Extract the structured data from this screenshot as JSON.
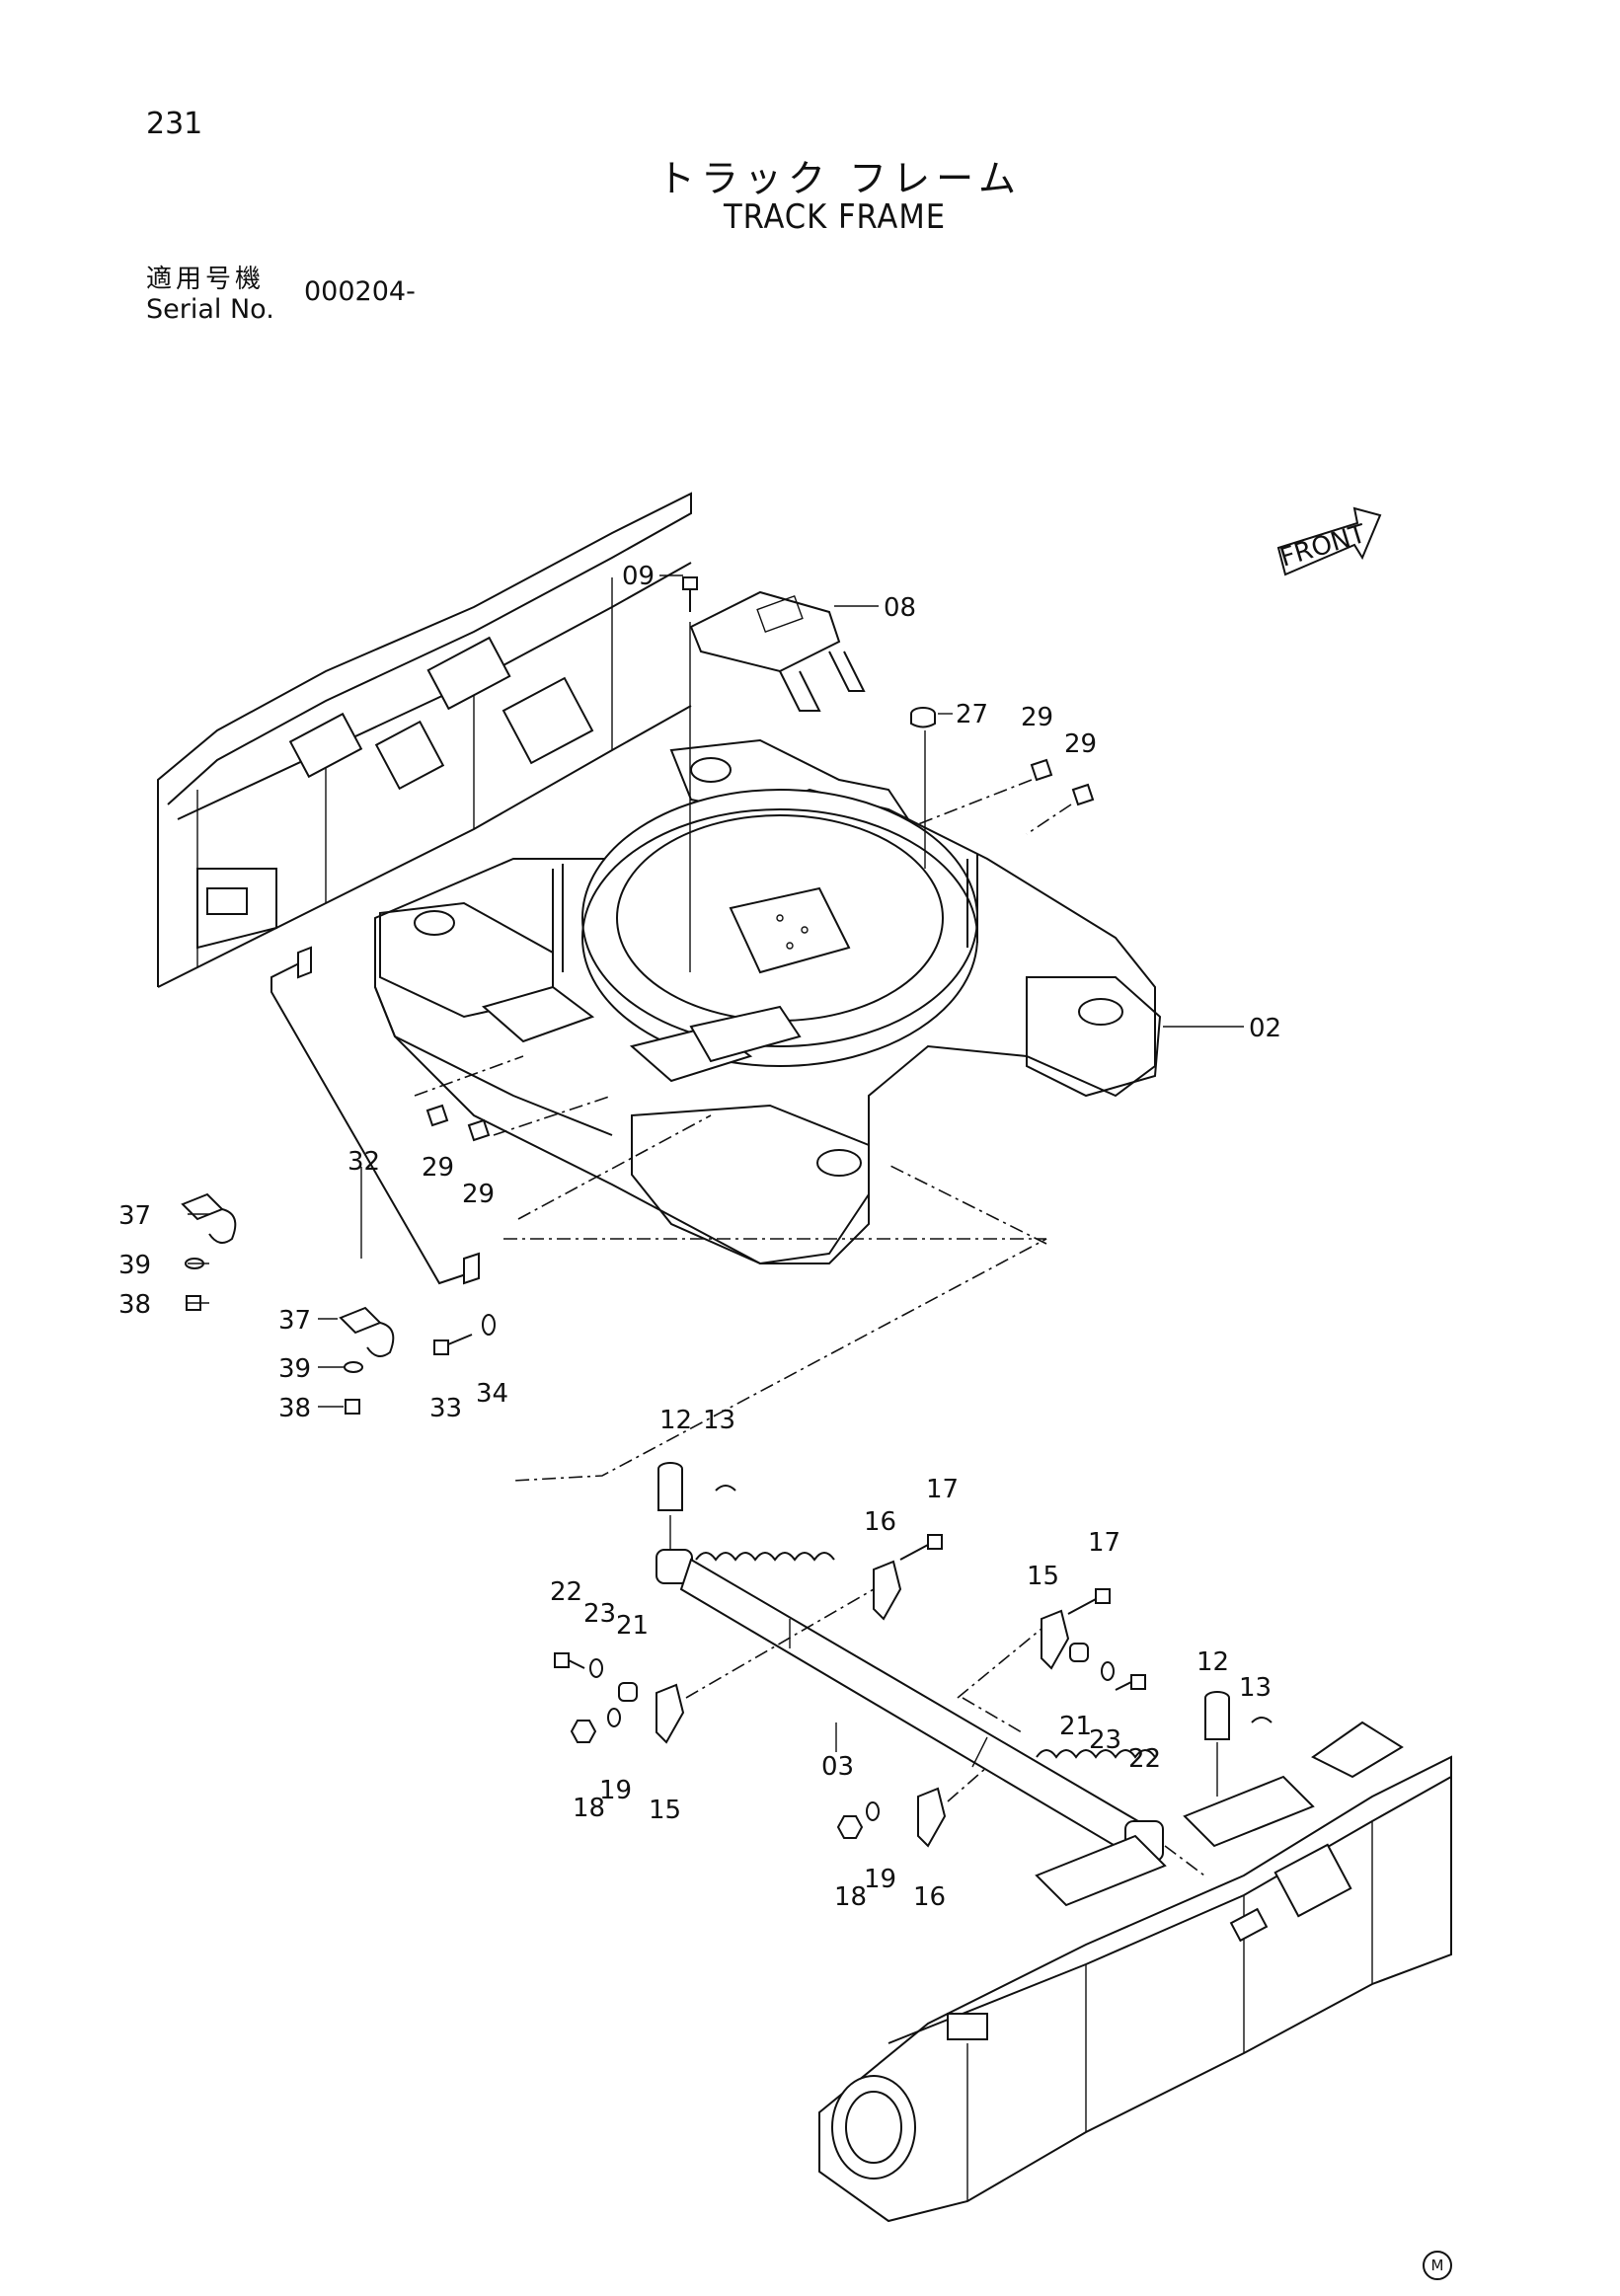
{
  "header": {
    "page_number": "231",
    "title_jp": "トラック フレーム",
    "title_en": "TRACK FRAME",
    "serial_label_jp": "適用号機",
    "serial_label_en": "Serial No.",
    "serial_number": "000204-"
  },
  "front_arrow_label": "FRONT",
  "footer_mark": "M",
  "callouts": [
    {
      "id": "c09",
      "text": "09"
    },
    {
      "id": "c08",
      "text": "08"
    },
    {
      "id": "c27",
      "text": "27"
    },
    {
      "id": "c29a",
      "text": "29"
    },
    {
      "id": "c29b",
      "text": "29"
    },
    {
      "id": "c02",
      "text": "02"
    },
    {
      "id": "c29c",
      "text": "29"
    },
    {
      "id": "c29d",
      "text": "29"
    },
    {
      "id": "c32",
      "text": "32"
    },
    {
      "id": "c37a",
      "text": "37"
    },
    {
      "id": "c39a",
      "text": "39"
    },
    {
      "id": "c38a",
      "text": "38"
    },
    {
      "id": "c37b",
      "text": "37"
    },
    {
      "id": "c39b",
      "text": "39"
    },
    {
      "id": "c38b",
      "text": "38"
    },
    {
      "id": "c33",
      "text": "33"
    },
    {
      "id": "c34",
      "text": "34"
    },
    {
      "id": "c12a",
      "text": "12"
    },
    {
      "id": "c13a",
      "text": "13"
    },
    {
      "id": "c17a",
      "text": "17"
    },
    {
      "id": "c16a",
      "text": "16"
    },
    {
      "id": "c17b",
      "text": "17"
    },
    {
      "id": "c15a",
      "text": "15"
    },
    {
      "id": "c22a",
      "text": "22"
    },
    {
      "id": "c23a",
      "text": "23"
    },
    {
      "id": "c21a",
      "text": "21"
    },
    {
      "id": "c12b",
      "text": "12"
    },
    {
      "id": "c13b",
      "text": "13"
    },
    {
      "id": "c21b",
      "text": "21"
    },
    {
      "id": "c23b",
      "text": "23"
    },
    {
      "id": "c22b",
      "text": "22"
    },
    {
      "id": "c18a",
      "text": "18"
    },
    {
      "id": "c19a",
      "text": "19"
    },
    {
      "id": "c15b",
      "text": "15"
    },
    {
      "id": "c03",
      "text": "03"
    },
    {
      "id": "c18b",
      "text": "18"
    },
    {
      "id": "c19b",
      "text": "19"
    },
    {
      "id": "c16b",
      "text": "16"
    }
  ]
}
